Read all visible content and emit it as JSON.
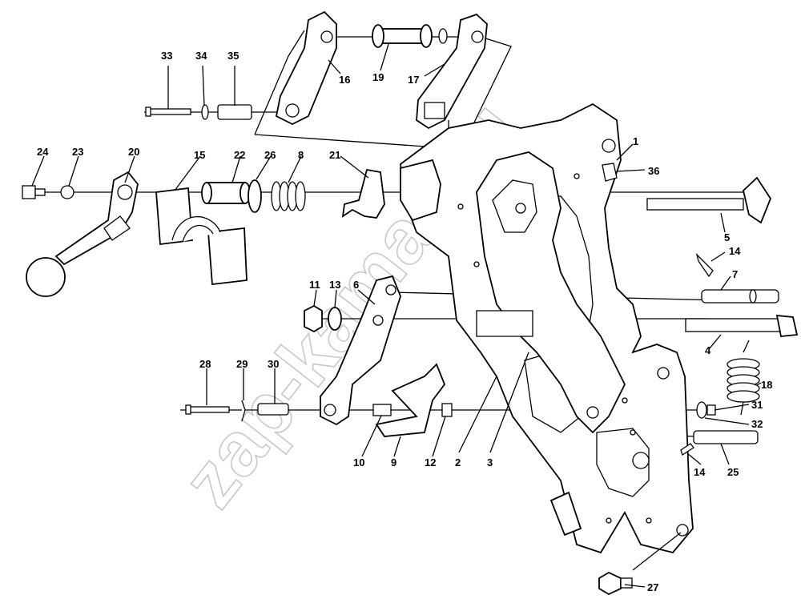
{
  "watermark": "zap-kamaz.ru",
  "labels": [
    {
      "id": "33",
      "text": "33"
    },
    {
      "id": "34",
      "text": "34"
    },
    {
      "id": "35",
      "text": "35"
    },
    {
      "id": "16",
      "text": "16"
    },
    {
      "id": "19",
      "text": "19"
    },
    {
      "id": "17",
      "text": "17"
    },
    {
      "id": "1",
      "text": "1"
    },
    {
      "id": "36",
      "text": "36"
    },
    {
      "id": "24",
      "text": "24"
    },
    {
      "id": "23",
      "text": "23"
    },
    {
      "id": "20",
      "text": "20"
    },
    {
      "id": "15",
      "text": "15"
    },
    {
      "id": "22",
      "text": "22"
    },
    {
      "id": "26",
      "text": "26"
    },
    {
      "id": "8",
      "text": "8"
    },
    {
      "id": "21",
      "text": "21"
    },
    {
      "id": "5",
      "text": "5"
    },
    {
      "id": "14a",
      "text": "14"
    },
    {
      "id": "7",
      "text": "7"
    },
    {
      "id": "11",
      "text": "11"
    },
    {
      "id": "13",
      "text": "13"
    },
    {
      "id": "6",
      "text": "6"
    },
    {
      "id": "4",
      "text": "4"
    },
    {
      "id": "18",
      "text": "18"
    },
    {
      "id": "28",
      "text": "28"
    },
    {
      "id": "29",
      "text": "29"
    },
    {
      "id": "30",
      "text": "30"
    },
    {
      "id": "31",
      "text": "31"
    },
    {
      "id": "32",
      "text": "32"
    },
    {
      "id": "10",
      "text": "10"
    },
    {
      "id": "9",
      "text": "9"
    },
    {
      "id": "12",
      "text": "12"
    },
    {
      "id": "2",
      "text": "2"
    },
    {
      "id": "3",
      "text": "3"
    },
    {
      "id": "14b",
      "text": "14"
    },
    {
      "id": "25",
      "text": "25"
    },
    {
      "id": "27",
      "text": "27"
    }
  ]
}
